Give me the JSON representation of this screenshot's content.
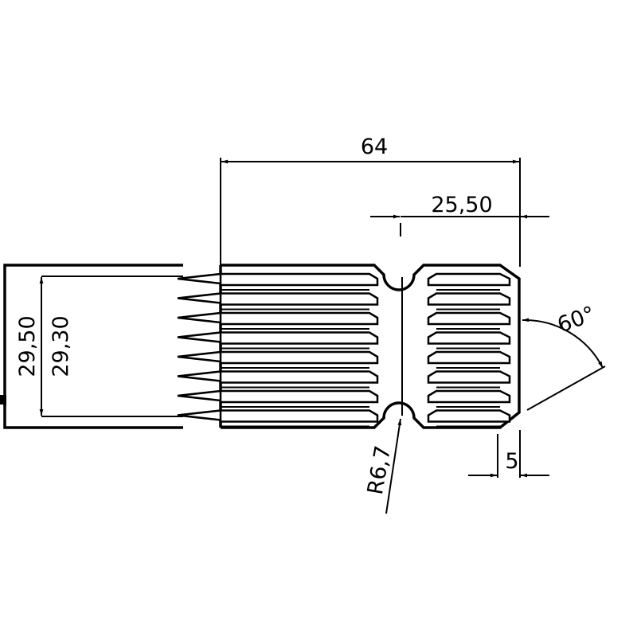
{
  "drawing": {
    "dimensions": {
      "overall_length": "64",
      "right_section_length": "25,50",
      "chamfer_angle": "60°",
      "outer_diameter": "29,50",
      "inner_diameter": "29,30",
      "groove_radius": "R6,7",
      "chamfer_length": "5"
    },
    "tooth_rows": 8,
    "colors": {
      "line": "#000000",
      "background": "#ffffff"
    }
  }
}
